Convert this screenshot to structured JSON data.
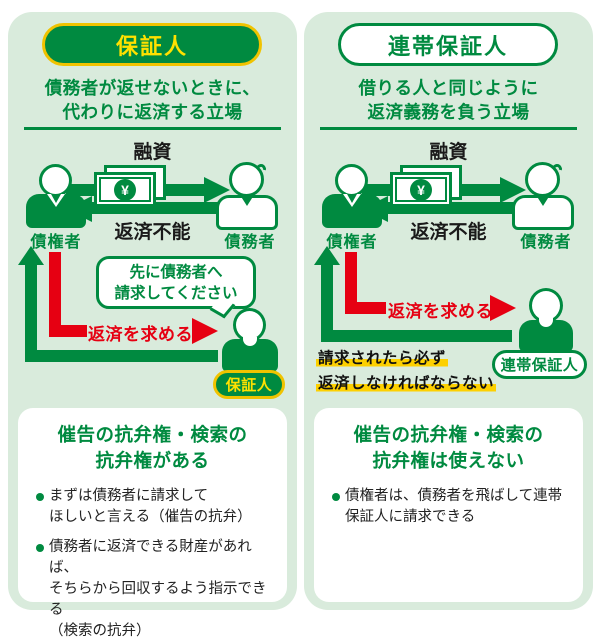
{
  "colors": {
    "panel_bg": "#d9ebdc",
    "green": "#008a40",
    "red": "#e60012",
    "gold_border": "#f0c300",
    "yellow_text": "#ffe100",
    "highlight_yellow": "#fdd000",
    "body_text": "#222222"
  },
  "panels": [
    {
      "badge": "保証人",
      "description_lines": [
        "債務者が返せないときに、",
        "代わりに返済する立場"
      ],
      "diagram": {
        "loan_label": "融資",
        "loan_fail_label": "返済不能",
        "creditor_label": "債権者",
        "debtor_label": "債務者",
        "yen": "¥",
        "demand_label": "返済を求める",
        "bubble_lines": [
          "先に債務者へ",
          "請求してください"
        ],
        "person_badge": "保証人"
      },
      "info_box": {
        "title_lines": [
          "催告の抗弁権・検索の",
          "抗弁権がある"
        ],
        "bullets": [
          {
            "lines": [
              "まずは債務者に請求して",
              "ほしいと言える（催告の抗弁）"
            ]
          },
          {
            "lines": [
              "債務者に返済できる財産があれば、",
              "そちらから回収するよう指示できる",
              "（検索の抗弁）"
            ]
          }
        ]
      }
    },
    {
      "badge": "連帯保証人",
      "description_lines": [
        "借りる人と同じように",
        "返済義務を負う立場"
      ],
      "diagram": {
        "loan_label": "融資",
        "loan_fail_label": "返済不能",
        "creditor_label": "債権者",
        "debtor_label": "債務者",
        "yen": "¥",
        "demand_label": "返済を求める",
        "highlight_lines": [
          "請求されたら必ず",
          "返済しなければならない"
        ],
        "person_badge": "連帯保証人"
      },
      "info_box": {
        "title_lines": [
          "催告の抗弁権・検索の",
          "抗弁権は使えない"
        ],
        "bullets": [
          {
            "lines": [
              "債権者は、債務者を飛ばして連帯",
              "保証人に請求できる"
            ]
          }
        ]
      }
    }
  ]
}
